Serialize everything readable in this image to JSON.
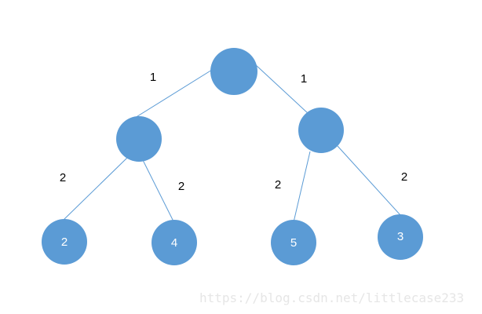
{
  "colors": {
    "node_fill": "#5b9bd5",
    "edge_stroke": "#5b9bd5",
    "node_text": "#ffffff",
    "edge_label_text": "#000000"
  },
  "nodes": [
    {
      "id": "root",
      "label": ""
    },
    {
      "id": "left",
      "label": ""
    },
    {
      "id": "right",
      "label": ""
    },
    {
      "id": "leaf-1",
      "label": "2"
    },
    {
      "id": "leaf-2",
      "label": "4"
    },
    {
      "id": "leaf-3",
      "label": "5"
    },
    {
      "id": "leaf-4",
      "label": "3"
    }
  ],
  "edges": [
    {
      "from": "root",
      "to": "left",
      "label": "1"
    },
    {
      "from": "root",
      "to": "right",
      "label": "1"
    },
    {
      "from": "left",
      "to": "leaf-1",
      "label": "2"
    },
    {
      "from": "left",
      "to": "leaf-2",
      "label": "2"
    },
    {
      "from": "right",
      "to": "leaf-3",
      "label": "2"
    },
    {
      "from": "right",
      "to": "leaf-4",
      "label": "2"
    }
  ],
  "watermark": "https://blog.csdn.net/littlecase233"
}
